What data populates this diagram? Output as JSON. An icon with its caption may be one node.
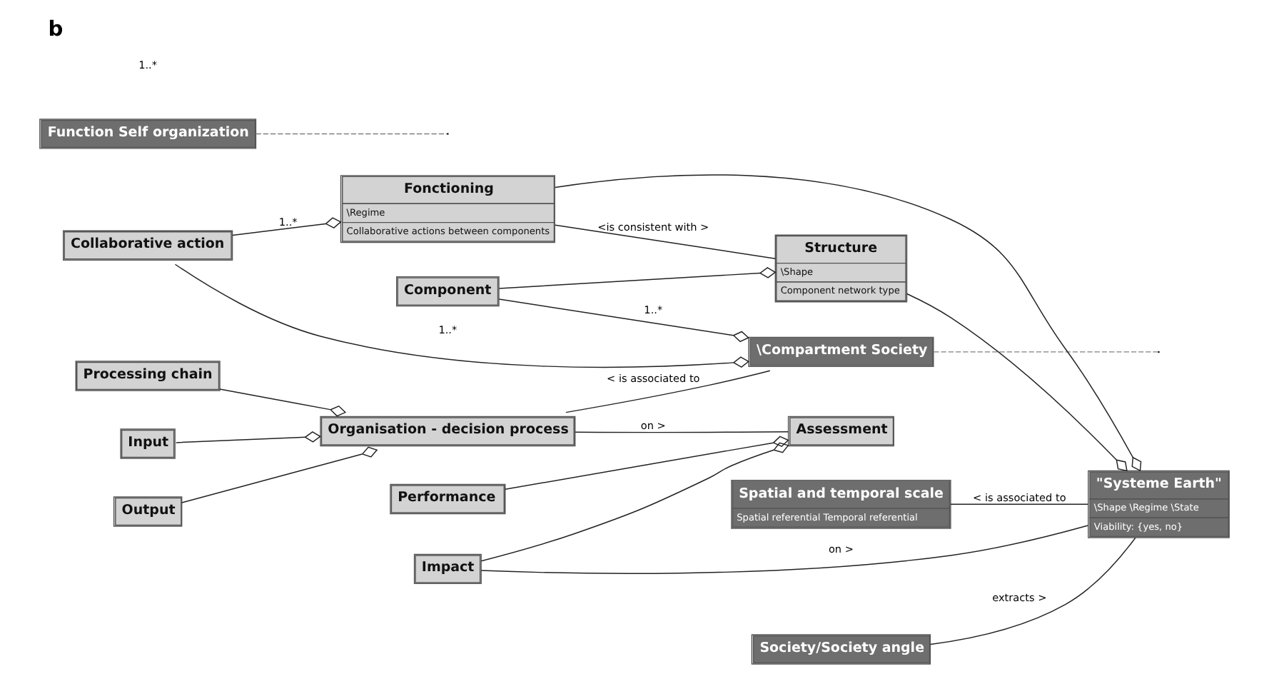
{
  "diagram": {
    "title": "b",
    "nodes": [
      {
        "text": [
          "Input"
        ]
      },
      {
        "text": [
          "Processing chain"
        ]
      },
      {
        "text": [
          "Output"
        ]
      },
      {
        "text": [
          "Organisation - decision process"
        ]
      },
      {
        "text": [
          "Function Self organization"
        ]
      },
      {
        "text": [
          "\\Compartment Society"
        ]
      },
      {
        "text": [
          "Component"
        ]
      },
      {
        "text": [
          "Collaborative action"
        ]
      },
      {
        "text": [
          "Assessment"
        ]
      },
      {
        "text": [
          "Fonctioning",
          "\\Regime",
          "Collaborative actions between components"
        ]
      },
      {
        "text": [
          "Structure",
          "\\Shape",
          "Component network type"
        ]
      },
      {
        "text": [
          "Performance"
        ]
      },
      {
        "text": [
          "Impact"
        ]
      },
      {
        "text": [
          "Society/Society angle"
        ]
      },
      {
        "text": [
          "\"Systeme Earth\"",
          "\\Shape \\Regime \\State",
          "Viability: {yes, no}"
        ]
      },
      {
        "text": [
          "Spatial and temporal scale",
          "Spatial referential Temporal referential"
        ]
      }
    ],
    "edges": [
      {
        "from": 0,
        "to": 3,
        "arrow": "other"
      },
      {
        "from": 1,
        "to": 3,
        "arrow": "other"
      },
      {
        "from": 2,
        "to": 3,
        "arrow": "other"
      },
      {
        "from": 3,
        "to": 5,
        "arrow": "none",
        "label": "< is associated to"
      },
      {
        "from": 4,
        "to": null,
        "arrow": "none",
        "style": "dashed",
        "color": "#808080"
      },
      {
        "from": 3,
        "to": 8,
        "arrow": "none",
        "label": "on >"
      },
      {
        "from": 11,
        "to": 8,
        "arrow": "other"
      },
      {
        "from": 12,
        "to": 8,
        "arrow": "other"
      },
      {
        "from": 6,
        "to": 5,
        "arrow": "other",
        "label": "1..*"
      },
      {
        "from": 7,
        "to": 5,
        "arrow": "other",
        "label": "1..*"
      },
      {
        "from": 7,
        "to": 9,
        "arrow": "other",
        "label": "1..*"
      },
      {
        "from": 6,
        "to": 10,
        "arrow": "other"
      },
      {
        "from": 9,
        "to": 10,
        "arrow": "none",
        "label": "<is consistent with >"
      },
      {
        "from": 9,
        "to": 14,
        "arrow": "other"
      },
      {
        "from": 10,
        "to": 14,
        "arrow": "other"
      },
      {
        "from": 13,
        "to": 14,
        "arrow": "none",
        "label": "extracts >"
      },
      {
        "from": 5,
        "to": null,
        "arrow": "none",
        "style": "dashed",
        "color": "#808080"
      },
      {
        "from": 15,
        "to": 14,
        "arrow": "none",
        "label": "< is associated to"
      },
      {
        "from": 12,
        "to": 14,
        "arrow": "none",
        "label": "on >"
      }
    ],
    "labels": [
      "1..*"
    ]
  }
}
